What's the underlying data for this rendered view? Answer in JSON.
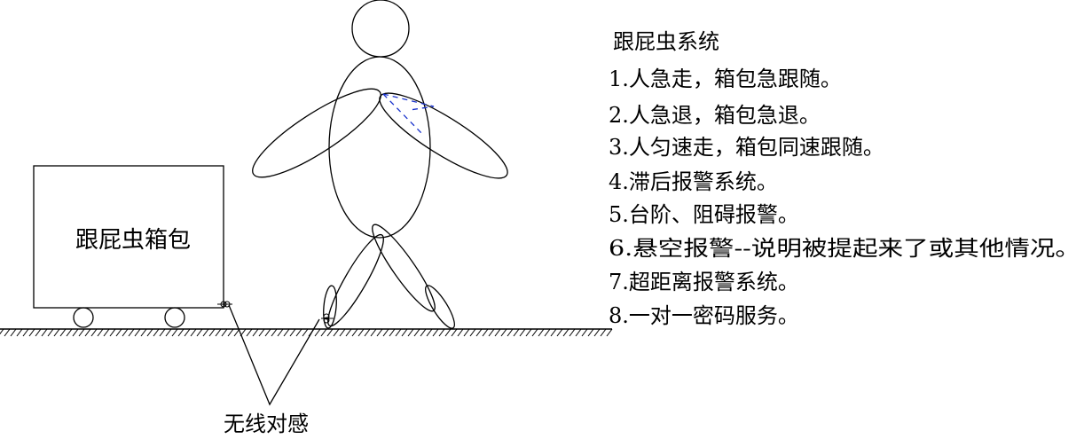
{
  "bag_label": "跟屁虫箱包",
  "sensor_label": "无线对感",
  "features": {
    "title": "跟屁虫系统",
    "items": [
      "1.人急走，箱包急跟随。",
      "2.人急退，箱包急退。",
      "3.人匀速走，箱包同速跟随。",
      "4.滞后报警系统。",
      "5.台阶、阻碍报警。",
      "6.悬空报警--说明被提起来了或其他情况。",
      "7.超距离报警系统。",
      "8.一对一密码服务。"
    ]
  },
  "colors": {
    "line": "#000000",
    "dashed_arm": "#1a33cc",
    "background": "#ffffff"
  }
}
